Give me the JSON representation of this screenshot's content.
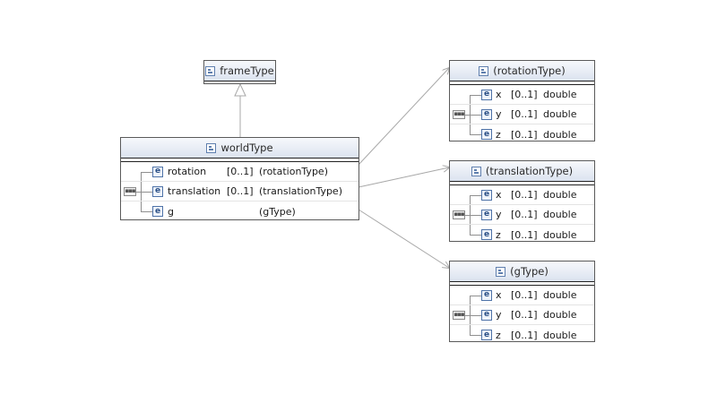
{
  "diagram": {
    "base_type": {
      "title": "frameType"
    },
    "world_type": {
      "title": "worldType",
      "elements": [
        {
          "name": "rotation",
          "cardinality": "[0..1]",
          "type": "(rotationType)"
        },
        {
          "name": "translation",
          "cardinality": "[0..1]",
          "type": "(translationType)"
        },
        {
          "name": "g",
          "cardinality": "",
          "type": "(gType)"
        }
      ]
    },
    "rotation_type": {
      "title": "(rotationType)",
      "elements": [
        {
          "name": "x",
          "cardinality": "[0..1]",
          "type": "double"
        },
        {
          "name": "y",
          "cardinality": "[0..1]",
          "type": "double"
        },
        {
          "name": "z",
          "cardinality": "[0..1]",
          "type": "double"
        }
      ]
    },
    "translation_type": {
      "title": "(translationType)",
      "elements": [
        {
          "name": "x",
          "cardinality": "[0..1]",
          "type": "double"
        },
        {
          "name": "y",
          "cardinality": "[0..1]",
          "type": "double"
        },
        {
          "name": "z",
          "cardinality": "[0..1]",
          "type": "double"
        }
      ]
    },
    "g_type": {
      "title": "(gType)",
      "elements": [
        {
          "name": "x",
          "cardinality": "[0..1]",
          "type": "double"
        },
        {
          "name": "y",
          "cardinality": "[0..1]",
          "type": "double"
        },
        {
          "name": "z",
          "cardinality": "[0..1]",
          "type": "double"
        }
      ]
    },
    "icons": {
      "type_icon": "complex-type-icon",
      "element_icon": "element-icon",
      "element_glyph": "e",
      "sequence_icon": "sequence-compositor-icon",
      "sequence_glyph": "▪▪▪"
    },
    "colors": {
      "connector": "#a8a8a8",
      "header_top": "#f7f9fc",
      "header_bottom": "#dbe3ef",
      "border": "#5a5a5a"
    }
  }
}
